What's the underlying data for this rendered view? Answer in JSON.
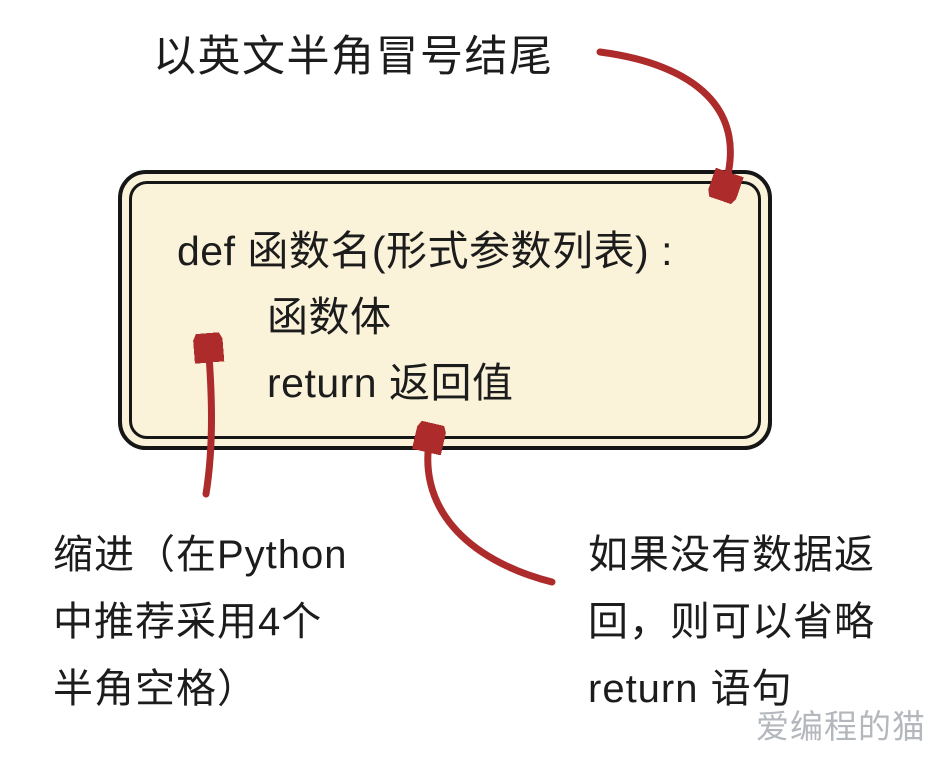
{
  "colors": {
    "arrow": "#ad2b2b",
    "box_fill": "#fbf3d9",
    "box_border": "#161616",
    "text": "#1c1c1c",
    "watermark": "#a7abb0",
    "background": "#ffffff"
  },
  "top_annotation": {
    "text": "以英文半角冒号结尾"
  },
  "code_box": {
    "line_def": "def 函数名(形式参数列表) :",
    "line_body": "函数体",
    "line_return": "return 返回值"
  },
  "indent_annotation": {
    "line1": "缩进（在Python",
    "line2": "中推荐采用4个",
    "line3": "半角空格）"
  },
  "return_annotation": {
    "line1": "如果没有数据返",
    "line2": "回，则可以省略",
    "line3": "return 语句"
  },
  "watermark": {
    "text": "爱编程的猫"
  },
  "icons": {
    "arrows": [
      "colon-arrow-icon",
      "indent-arrow-icon",
      "return-arrow-icon"
    ]
  }
}
